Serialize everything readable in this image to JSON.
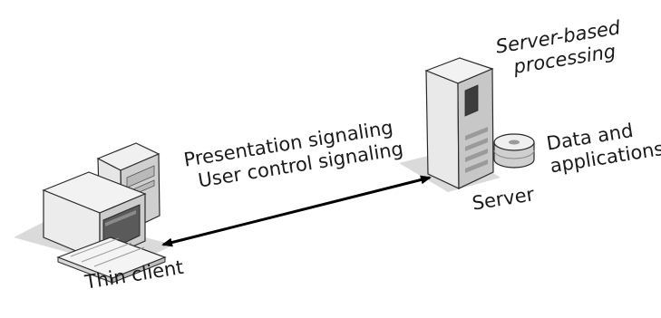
{
  "labels": {
    "thin_client": "Thin client",
    "server": "Server",
    "signaling": [
      "Presentation signaling",
      "User control signaling"
    ],
    "server_processing": [
      "Server-based",
      "processing"
    ],
    "data_applications": [
      "Data and",
      "applications"
    ]
  },
  "colors": {
    "shadow": "#d8d8d8",
    "device_light": "#f0f0f0",
    "device_mid": "#cfcfcf",
    "device_dark": "#7d7d7d",
    "screen": "#5a5a5a",
    "outline": "#2a2a2a",
    "arrow": "#000000"
  },
  "icons": [
    "thin-client-computer-icon",
    "server-tower-icon",
    "storage-disk-icon",
    "double-headed-arrow-icon"
  ]
}
